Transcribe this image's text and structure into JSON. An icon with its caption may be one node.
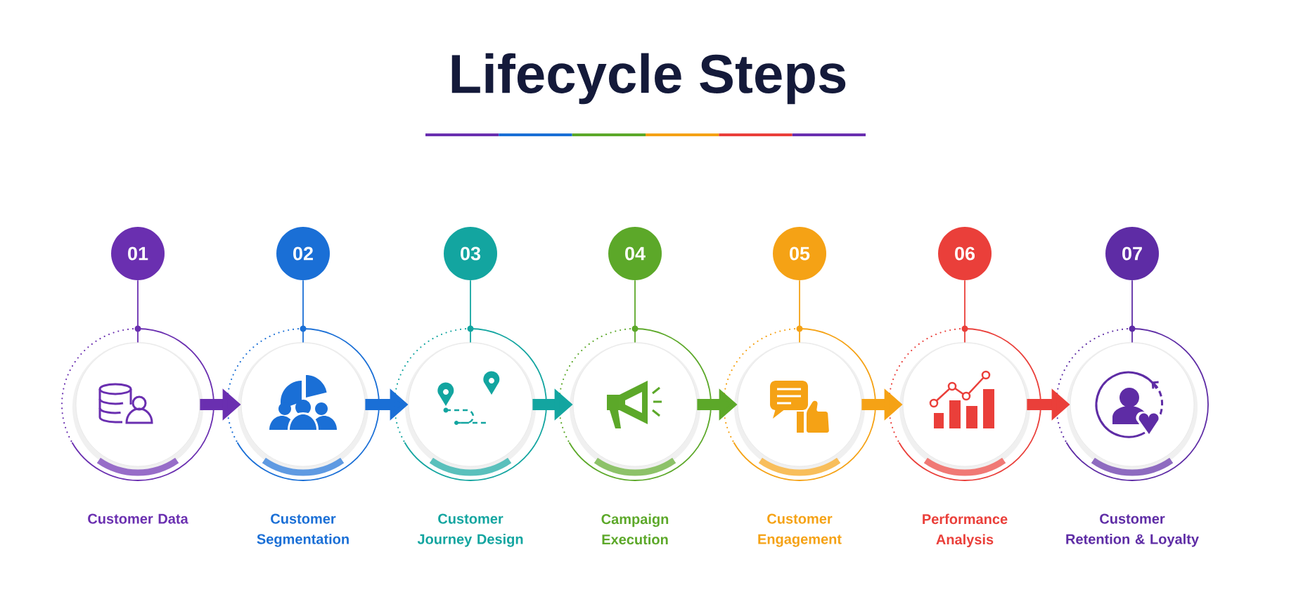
{
  "diagram": {
    "title": "Lifecycle Steps",
    "nodes": [
      {
        "text": [
          "01"
        ]
      },
      {
        "text": [],
        "shape": "circle",
        "beside": [
          "Customer Data"
        ]
      },
      {
        "text": [
          "02"
        ]
      },
      {
        "text": [],
        "shape": "circle",
        "beside": [
          "Customer Segmentation"
        ]
      },
      {
        "text": [
          "03"
        ]
      },
      {
        "text": [],
        "shape": "circle",
        "beside": [
          "Customer Journey Design"
        ]
      },
      {
        "text": [
          "04"
        ]
      },
      {
        "text": [],
        "shape": "circle",
        "beside": [
          "Campaign Execution"
        ]
      },
      {
        "text": [
          "05"
        ]
      },
      {
        "text": [],
        "shape": "circle",
        "beside": [
          "Customer Engagement"
        ]
      },
      {
        "text": [
          "06"
        ]
      },
      {
        "text": [],
        "shape": "circle",
        "beside": [
          "Performance Analysis"
        ]
      },
      {
        "text": [
          "07"
        ]
      },
      {
        "text": [],
        "shape": "circle",
        "beside": [
          "Customer Retention & Loyalty"
        ]
      }
    ],
    "edges": [
      {
        "from": 0,
        "to": 1,
        "arrow": "none",
        "color": "#6a2fb0"
      },
      {
        "from": 2,
        "to": 3,
        "arrow": "none",
        "color": "#1a6fd6"
      },
      {
        "from": 4,
        "to": 5,
        "arrow": "none",
        "color": "#13a5a0"
      },
      {
        "from": 6,
        "to": 7,
        "arrow": "none",
        "color": "#5ca829"
      },
      {
        "from": 8,
        "to": 9,
        "arrow": "none",
        "color": "#f5a215"
      },
      {
        "from": 10,
        "to": 11,
        "arrow": "none",
        "color": "#ea3f3a"
      },
      {
        "from": 12,
        "to": 13,
        "arrow": "none",
        "color": "#5e2ca5"
      },
      {
        "from": 1,
        "to": 3,
        "arrow": "to",
        "style": "thick",
        "color": "#6a2fb0"
      },
      {
        "from": 3,
        "to": 5,
        "arrow": "to",
        "style": "thick",
        "color": "#1a6fd6"
      },
      {
        "from": 5,
        "to": 7,
        "arrow": "to",
        "style": "thick",
        "color": "#13a5a0"
      },
      {
        "from": 7,
        "to": 9,
        "arrow": "to",
        "style": "thick",
        "color": "#5ca829"
      },
      {
        "from": 9,
        "to": 11,
        "arrow": "to",
        "style": "thick",
        "color": "#f5a215"
      },
      {
        "from": 11,
        "to": 13,
        "arrow": "to",
        "style": "thick",
        "color": "#ea3f3a"
      }
    ]
  }
}
